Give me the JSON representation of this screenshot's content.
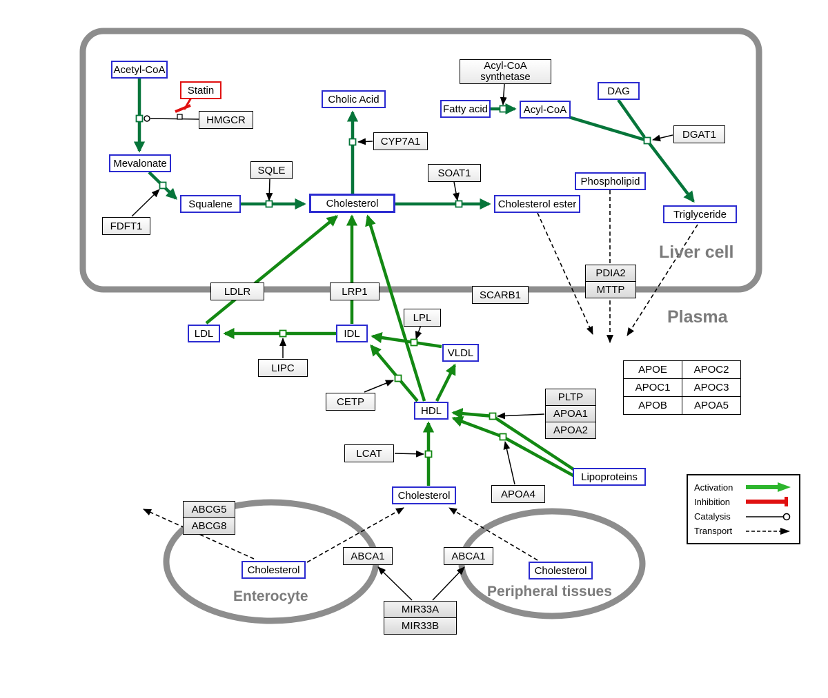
{
  "regions": {
    "liver": "Liver cell",
    "plasma": "Plasma",
    "enterocyte": "Enterocyte",
    "peripheral": "Peripheral tissues"
  },
  "nodes": {
    "acetyl_coa": "Acetyl-CoA",
    "statin": "Statin",
    "hmgcr": "HMGCR",
    "mevalonate": "Mevalonate",
    "fdft1": "FDFT1",
    "squalene": "Squalene",
    "sqle": "SQLE",
    "cholesterol_liver": "Cholesterol",
    "cholic_acid": "Cholic Acid",
    "cyp7a1": "CYP7A1",
    "soat1": "SOAT1",
    "cholesterol_ester": "Cholesterol ester",
    "acyl_coa_synthetase": "Acyl-CoA synthetase",
    "fatty_acid": "Fatty acid",
    "acyl_coa": "Acyl-CoA",
    "dag": "DAG",
    "dgat1": "DGAT1",
    "phospholipid": "Phospholipid",
    "triglyceride": "Triglyceride",
    "ldlr": "LDLR",
    "lrp1": "LRP1",
    "scarb1": "SCARB1",
    "ldl": "LDL",
    "idl": "IDL",
    "vldl": "VLDL",
    "lipc": "LIPC",
    "lpl": "LPL",
    "cetp": "CETP",
    "hdl": "HDL",
    "lcat": "LCAT",
    "apoa4": "APOA4",
    "lipoproteins": "Lipoproteins",
    "cholesterol_plasma": "Cholesterol",
    "cholesterol_enterocyte": "Cholesterol",
    "cholesterol_peripheral": "Cholesterol",
    "abca1_left": "ABCA1",
    "abca1_right": "ABCA1"
  },
  "stacks": {
    "pdia2_mttp": [
      "PDIA2",
      "MTTP"
    ],
    "pltp_apoa": [
      "PLTP",
      "APOA1",
      "APOA2"
    ],
    "abcg": [
      "ABCG5",
      "ABCG8"
    ],
    "mir33": [
      "MIR33A",
      "MIR33B"
    ]
  },
  "apo_table": [
    [
      "APOE",
      "APOC2"
    ],
    [
      "APOC1",
      "APOC3"
    ],
    [
      "APOB",
      "APOA5"
    ]
  ],
  "legend": {
    "activation": "Activation",
    "inhibition": "Inhibition",
    "catalysis": "Catalysis",
    "transport": "Transport"
  },
  "colors": {
    "metabolite_border": "#2b2bd0",
    "inhibitor_border": "#e01010",
    "liver_edge_green": "#06753A",
    "plasma_edge_green": "#138813",
    "legend_green": "#2DB52D",
    "inhibition_red": "#E01010",
    "membrane_gray": "#8D8D8D"
  }
}
